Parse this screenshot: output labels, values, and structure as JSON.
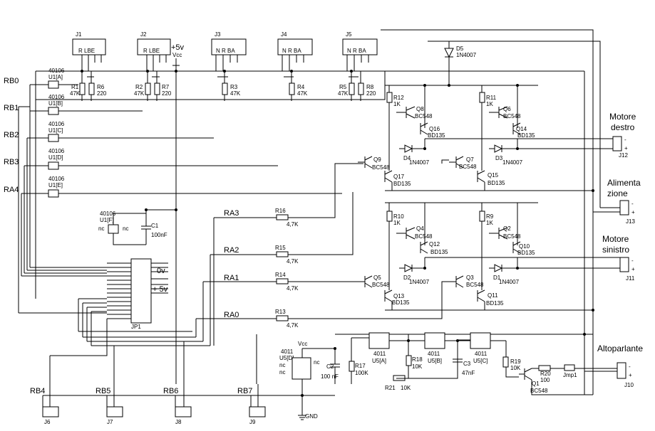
{
  "connectors": {
    "j1": {
      "name": "J1",
      "pins": "R  LBE"
    },
    "j2": {
      "name": "J2",
      "pins": "R  LBE"
    },
    "j3": {
      "name": "J3",
      "pins": "N R BA"
    },
    "j4": {
      "name": "J4",
      "pins": "N R BA"
    },
    "j5": {
      "name": "J5",
      "pins": "N R BA"
    },
    "j6": "J6",
    "j7": "J7",
    "j8": "J8",
    "j9": "J9",
    "j10": "J10",
    "j11": "J11",
    "j12": "J12",
    "j13": "J13",
    "jp1": "JP1",
    "jmp1": "Jmp1"
  },
  "ports": {
    "rb0": "RB0",
    "rb1": "RB1",
    "rb2": "RB2",
    "rb3": "RB3",
    "ra4": "RA4",
    "ra3": "RA3",
    "ra2": "RA2",
    "ra1": "RA1",
    "ra0": "RA0",
    "rb4": "RB4",
    "rb5": "RB5",
    "rb6": "RB6",
    "rb7": "RB7"
  },
  "power": {
    "vcc": "+5v",
    "vcc2": "Vcc",
    "zero": "0v",
    "plus5": "+ 5v",
    "vcc3": "Vcc",
    "gnd": "GND"
  },
  "inverters": [
    {
      "part": "40106",
      "gate": "U1[A]"
    },
    {
      "part": "40106",
      "gate": "U1[B]"
    },
    {
      "part": "40106",
      "gate": "U1[C]"
    },
    {
      "part": "40106",
      "gate": "U1[D]"
    },
    {
      "part": "40106",
      "gate": "U1[E]"
    },
    {
      "part": "40106",
      "gate": "U1[F]"
    }
  ],
  "nc": "nc",
  "resistors": {
    "r1": {
      "name": "R1",
      "value": "47K"
    },
    "r6": {
      "name": "R6",
      "value": "220"
    },
    "r2": {
      "name": "R2",
      "value": "47K"
    },
    "r7": {
      "name": "R7",
      "value": "220"
    },
    "r3": {
      "name": "R3",
      "value": "47K"
    },
    "r4": {
      "name": "R4",
      "value": "47K"
    },
    "r5": {
      "name": "R5",
      "value": "47K"
    },
    "r8": {
      "name": "R8",
      "value": "220"
    },
    "r12": {
      "name": "R12",
      "value": "1K"
    },
    "r11": {
      "name": "R11",
      "value": "1K"
    },
    "r10": {
      "name": "R10",
      "value": "1K"
    },
    "r9": {
      "name": "R9",
      "value": "1K"
    },
    "r16": {
      "name": "R16",
      "value": "4,7K"
    },
    "r15": {
      "name": "R15",
      "value": "4,7K"
    },
    "r14": {
      "name": "R14",
      "value": "4,7K"
    },
    "r13": {
      "name": "R13",
      "value": "4,7K"
    },
    "r17": {
      "name": "R17",
      "value": "100K"
    },
    "r18": {
      "name": "R18",
      "value": "10K"
    },
    "r21": {
      "name": "R21",
      "value": "10K"
    },
    "r19": {
      "name": "R19",
      "value": "10K"
    },
    "r20": {
      "name": "R20",
      "value": "100"
    }
  },
  "capacitors": {
    "c1": {
      "name": "C1",
      "value": "100nF"
    },
    "c2": {
      "name": "C2",
      "value": "100 nF"
    },
    "c3": {
      "name": "C3",
      "value": "47nF"
    }
  },
  "diodes": {
    "d5": {
      "name": "D5",
      "value": "1N4007"
    },
    "d4": {
      "name": "D4",
      "value": "1N4007"
    },
    "d3": {
      "name": "D3",
      "value": "1N4007"
    },
    "d2": {
      "name": "D2",
      "value": "1N4007"
    },
    "d1": {
      "name": "D1",
      "value": "1N4007"
    }
  },
  "transistors": {
    "q8": {
      "name": "Q8",
      "value": "BC548"
    },
    "q16": {
      "name": "Q16",
      "value": "BD135"
    },
    "q6": {
      "name": "Q6",
      "value": "BC548"
    },
    "q14": {
      "name": "Q14",
      "value": "BD135"
    },
    "q9": {
      "name": "Q9",
      "value": "BC548"
    },
    "q17": {
      "name": "Q17",
      "value": "BD135"
    },
    "q7": {
      "name": "Q7",
      "value": "BC548"
    },
    "q15": {
      "name": "Q15",
      "value": "BD135"
    },
    "q4": {
      "name": "Q4",
      "value": "BC548"
    },
    "q12": {
      "name": "Q12",
      "value": "BD135"
    },
    "q2": {
      "name": "Q2",
      "value": "BC548"
    },
    "q10": {
      "name": "Q10",
      "value": "BD135"
    },
    "q5": {
      "name": "Q5",
      "value": "BC548"
    },
    "q13": {
      "name": "Q13",
      "value": "BD135"
    },
    "q3": {
      "name": "Q3",
      "value": "BC548"
    },
    "q11": {
      "name": "Q11",
      "value": "BD135"
    },
    "q1": {
      "name": "Q1",
      "value": "BC548"
    }
  },
  "gates": {
    "u5a": {
      "part": "4011",
      "gate": "U5[A]"
    },
    "u5b": {
      "part": "4011",
      "gate": "U5[B]"
    },
    "u5c": {
      "part": "4011",
      "gate": "U5[C]"
    },
    "u5d": {
      "part": "4011",
      "gate": "U5[D]"
    }
  },
  "labels": {
    "motore_destro": [
      "Motore",
      "destro"
    ],
    "alimentazione": [
      "Alimenta",
      "zione"
    ],
    "motore_sinistro": [
      "Motore",
      "sinistro"
    ],
    "altoparlante": "Altoparlante",
    "plus": "+",
    "minus": "-"
  }
}
